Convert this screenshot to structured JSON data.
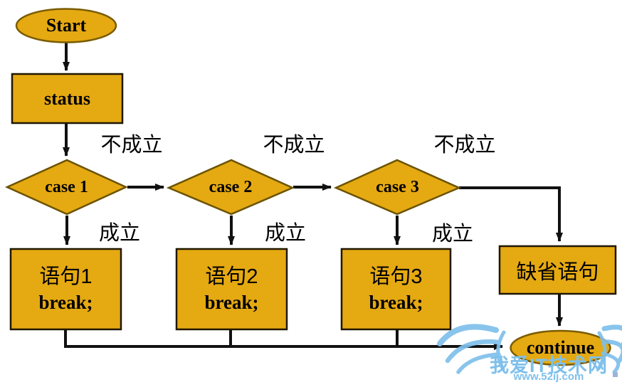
{
  "colors": {
    "canvas_bg": "#FFFFFF",
    "node_fill": "#E5A912",
    "ellipse_border": "#7A5C00",
    "diamond_border": "#6B5300",
    "rect_border": "#201700",
    "connector": "#111111",
    "label_text": "#000000",
    "watermark_blue": "#7FC0EB"
  },
  "nodes": {
    "start": {
      "label": "Start"
    },
    "status": {
      "label": "status"
    },
    "cases": [
      {
        "label": "case 1"
      },
      {
        "label": "case 2"
      },
      {
        "label": "case 3"
      }
    ],
    "statements": [
      {
        "line1": "语句1",
        "line2": "break;"
      },
      {
        "line1": "语句2",
        "line2": "break;"
      },
      {
        "line1": "语句3",
        "line2": "break;"
      }
    ],
    "default_box": {
      "label": "缺省语句"
    },
    "continue_node": {
      "label": "continue"
    }
  },
  "edge_labels": {
    "not_satisfied": [
      "不成立",
      "不成立",
      "不成立"
    ],
    "satisfied": [
      "成立",
      "成立",
      "成立"
    ]
  },
  "watermark": {
    "site_name": "我爱IT技术网",
    "url": "www.52ij.com"
  }
}
